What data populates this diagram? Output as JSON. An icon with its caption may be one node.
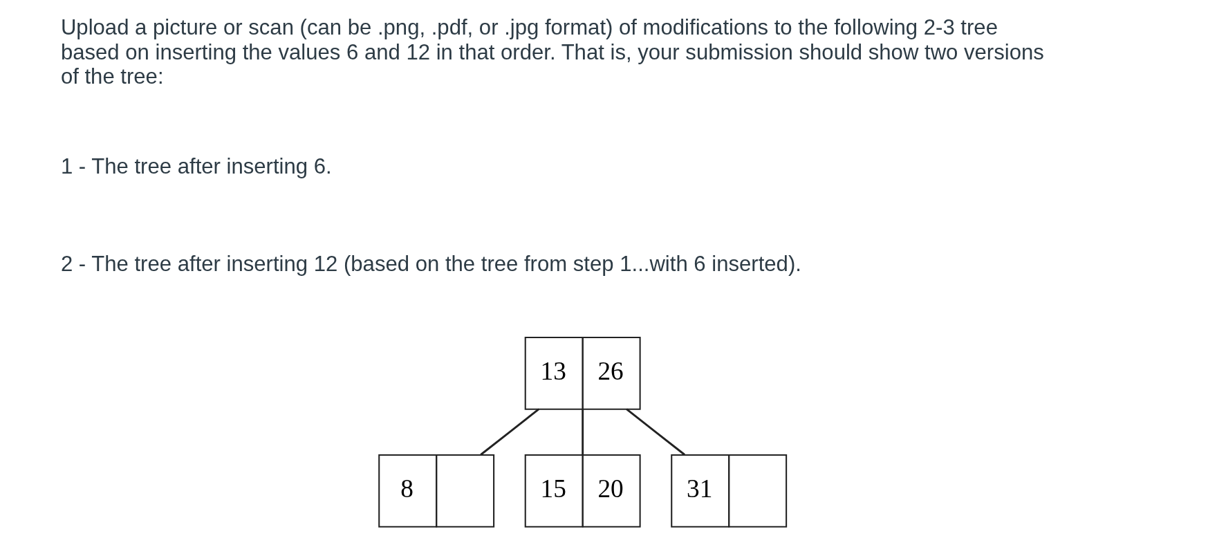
{
  "diagram": {
    "nodes": [
      {
        "text": [
          "13",
          "26"
        ]
      },
      {
        "text": [
          "8"
        ]
      },
      {
        "text": [
          "15",
          "20"
        ]
      },
      {
        "text": [
          "31"
        ]
      }
    ],
    "edges": [
      {
        "from": 0,
        "to": 1,
        "arrow": "none"
      },
      {
        "from": 0,
        "to": 2,
        "arrow": "none"
      },
      {
        "from": 0,
        "to": 3,
        "arrow": "none"
      }
    ],
    "labels": [
      "Upload a picture or scan (can be .png, .pdf, or .jpg format) of modifications to the following 2-3 tree based on inserting the values 6 and 12 in that order. That is, your submission should show two versions of the tree:",
      "1 - The tree after inserting 6.",
      "2 - The tree after inserting 12 (based on the tree from step 1...with 6 inserted)."
    ]
  }
}
